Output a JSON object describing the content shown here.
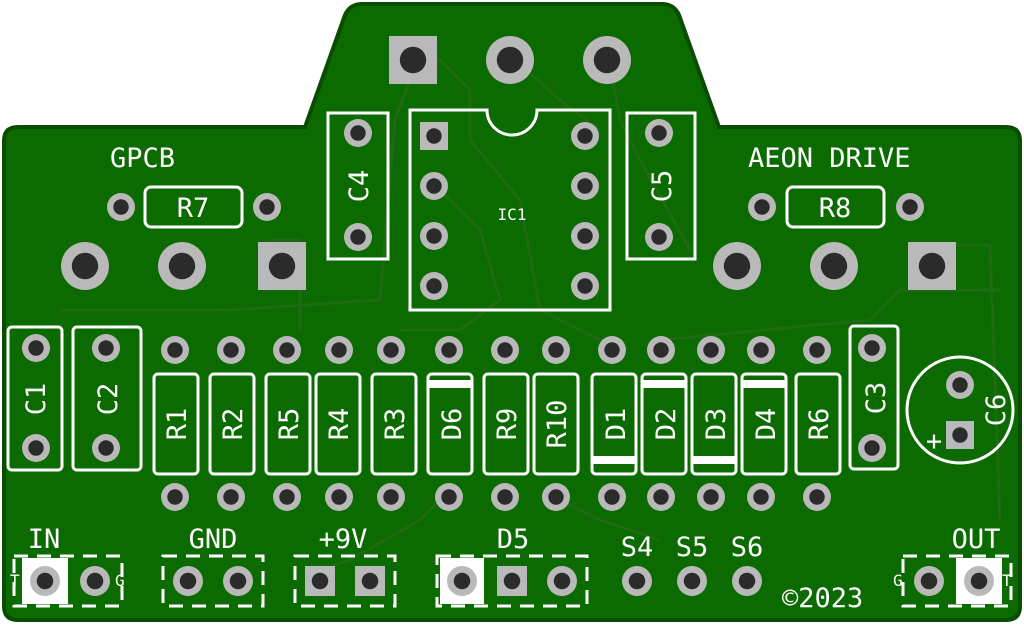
{
  "board": {
    "brand": "GPCB",
    "project": "AEON DRIVE",
    "copyright": "©2023",
    "colors": {
      "board": "#0b6b00",
      "board_edge": "#0a4c00",
      "pad": "#b9b9b9",
      "hole": "#2b2b2b",
      "silkscreen": "#ffffff"
    }
  },
  "components": {
    "r7": "R7",
    "r8": "R8",
    "c4": "C4",
    "c5": "C5",
    "ic1": "IC1",
    "c1": "C1",
    "c2": "C2",
    "r1": "R1",
    "r2": "R2",
    "r5": "R5",
    "r4": "R4",
    "r3": "R3",
    "d6": "D6",
    "r9": "R9",
    "r10": "R10",
    "d1": "D1",
    "d2": "D2",
    "d3": "D3",
    "d4": "D4",
    "r6": "R6",
    "c3": "C3",
    "c6": "C6",
    "c6_polarity": "+"
  },
  "connectors": {
    "in": "IN",
    "in_tip": "T",
    "in_ground": "G",
    "gnd": "GND",
    "v9": "+9V",
    "d5": "D5",
    "s4": "S4",
    "s5": "S5",
    "s6": "S6",
    "out": "OUT",
    "out_ground": "G",
    "out_tip": "T"
  }
}
